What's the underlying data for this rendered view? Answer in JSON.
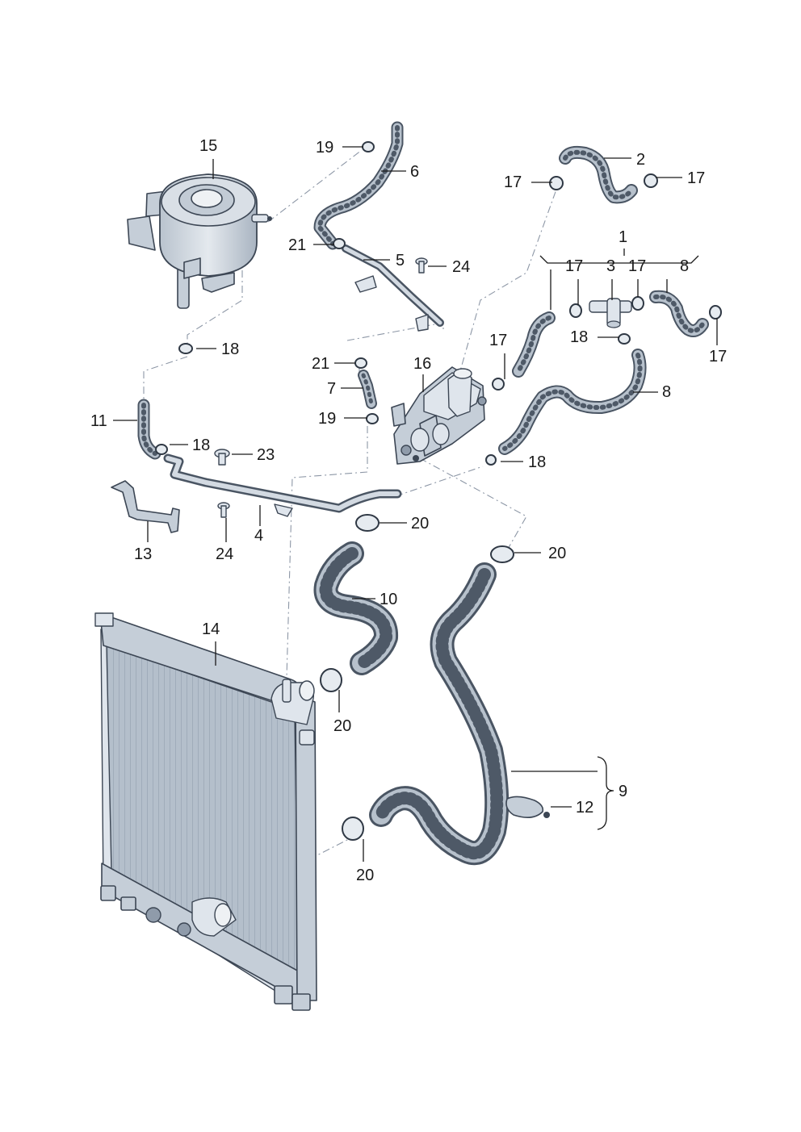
{
  "diagram": {
    "callouts": [
      {
        "id": "c1",
        "text": "1"
      },
      {
        "id": "c2",
        "text": "2"
      },
      {
        "id": "c3",
        "text": "3"
      },
      {
        "id": "c4",
        "text": "4"
      },
      {
        "id": "c5",
        "text": "5"
      },
      {
        "id": "c6",
        "text": "6"
      },
      {
        "id": "c7",
        "text": "7"
      },
      {
        "id": "c8a",
        "text": "8"
      },
      {
        "id": "c8b",
        "text": "8"
      },
      {
        "id": "c9",
        "text": "9"
      },
      {
        "id": "c10",
        "text": "10"
      },
      {
        "id": "c11",
        "text": "11"
      },
      {
        "id": "c12",
        "text": "12"
      },
      {
        "id": "c13",
        "text": "13"
      },
      {
        "id": "c14",
        "text": "14"
      },
      {
        "id": "c15",
        "text": "15"
      },
      {
        "id": "c16",
        "text": "16"
      },
      {
        "id": "c17a",
        "text": "17"
      },
      {
        "id": "c17b",
        "text": "17"
      },
      {
        "id": "c17c",
        "text": "17"
      },
      {
        "id": "c17d",
        "text": "17"
      },
      {
        "id": "c17e",
        "text": "17"
      },
      {
        "id": "c17f",
        "text": "17"
      },
      {
        "id": "c18a",
        "text": "18"
      },
      {
        "id": "c18b",
        "text": "18"
      },
      {
        "id": "c18c",
        "text": "18"
      },
      {
        "id": "c18d",
        "text": "18"
      },
      {
        "id": "c19a",
        "text": "19"
      },
      {
        "id": "c19b",
        "text": "19"
      },
      {
        "id": "c20a",
        "text": "20"
      },
      {
        "id": "c20b",
        "text": "20"
      },
      {
        "id": "c20c",
        "text": "20"
      },
      {
        "id": "c20d",
        "text": "20"
      },
      {
        "id": "c21a",
        "text": "21"
      },
      {
        "id": "c21b",
        "text": "21"
      },
      {
        "id": "c23",
        "text": "23"
      },
      {
        "id": "c24a",
        "text": "24"
      },
      {
        "id": "c24b",
        "text": "24"
      }
    ]
  }
}
